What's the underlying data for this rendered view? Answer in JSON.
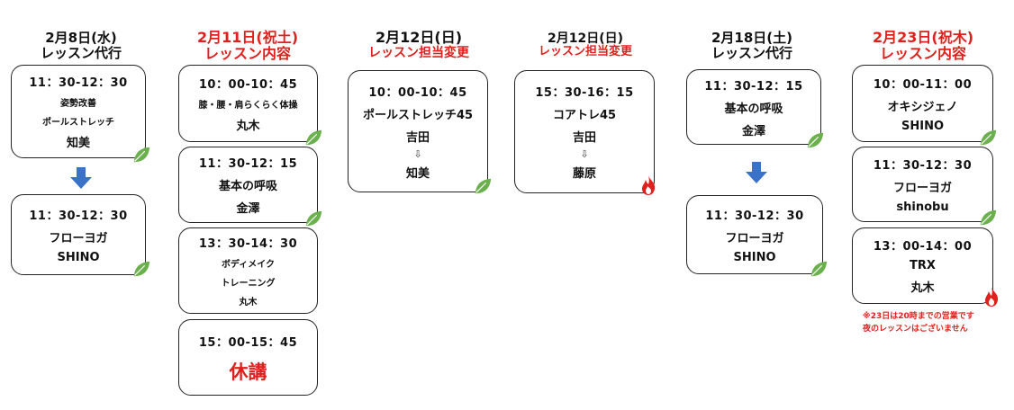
{
  "columns": [
    {
      "date": "2月8日(水)",
      "subtitle": "レッスン代行"
    },
    {
      "date": "2月11日(祝土)",
      "subtitle": "レッスン内容"
    },
    {
      "date": "2月12日(日)",
      "subtitle": "レッスン担当変更"
    },
    {
      "date": "2月12日(日)",
      "subtitle": "レッスン担当変更"
    },
    {
      "date": "2月18日(土)",
      "subtitle": "レッスン代行"
    },
    {
      "date": "2月23日(祝木)",
      "subtitle": "レッスン内容"
    }
  ],
  "col1": {
    "before": {
      "time": "11：30-12：30",
      "class1": "姿勢改善",
      "class2": "ポールストレッチ",
      "instructor": "知美"
    },
    "after": {
      "time": "11：30-12：30",
      "class": "フローヨガ",
      "instructor": "SHINO"
    }
  },
  "col2": {
    "l1": {
      "time": "10：00-10：45",
      "class": "膝・腰・肩らくらく体操",
      "instructor": "丸木"
    },
    "l2": {
      "time": "11：30-12：15",
      "class": "基本の呼吸",
      "instructor": "金澤"
    },
    "l3": {
      "time": "13：30-14：30",
      "class1": "ボディメイク",
      "class2": "トレーニング",
      "instructor": "丸木"
    },
    "l4": {
      "time": "15：00-15：45",
      "status": "休講"
    }
  },
  "col3": {
    "time": "10：00-10：45",
    "class": "ポールストレッチ45",
    "from": "吉田",
    "arrow": "⇩",
    "to": "知美"
  },
  "col4": {
    "time": "15：30-16：15",
    "class": "コアトレ45",
    "from": "吉田",
    "arrow": "⇩",
    "to": "藤原"
  },
  "col5": {
    "before": {
      "time": "11：30-12：15",
      "class": "基本の呼吸",
      "instructor": "金澤"
    },
    "after": {
      "time": "11：30-12：30",
      "class": "フローヨガ",
      "instructor": "SHINO"
    }
  },
  "col6": {
    "l1": {
      "time": "10：00-11：00",
      "class": "オキシジェノ",
      "instructor": "SHINO"
    },
    "l2": {
      "time": "11：30-12：30",
      "class": "フローヨガ",
      "instructor": "shinobu"
    },
    "l3": {
      "time": "13：00-14：00",
      "class": "TRX",
      "instructor": "丸木"
    },
    "note1": "※23日は20時までの営業です",
    "note2": "夜のレッスンはございません"
  },
  "icons": {
    "leaf": "leaf-icon",
    "fire": "fire-icon",
    "arrow": "down-arrow-icon"
  },
  "colors": {
    "red": "#e0201c",
    "leaf": "#6ab04c",
    "arrow": "#3a72c8"
  }
}
